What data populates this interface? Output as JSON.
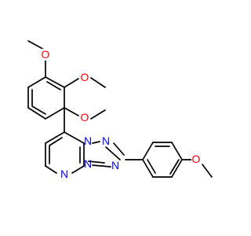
{
  "atom_labels": {
    "o_top": "O",
    "o_mid": "O",
    "o_right": "O",
    "o_para": "O",
    "n1": "N",
    "n2": "N",
    "n3": "N",
    "n4": "N",
    "n5": "N"
  },
  "colors": {
    "oxygen": "#ff0000",
    "nitrogen": "#0000ff",
    "bond": "#000000",
    "background": "#ffffff"
  }
}
